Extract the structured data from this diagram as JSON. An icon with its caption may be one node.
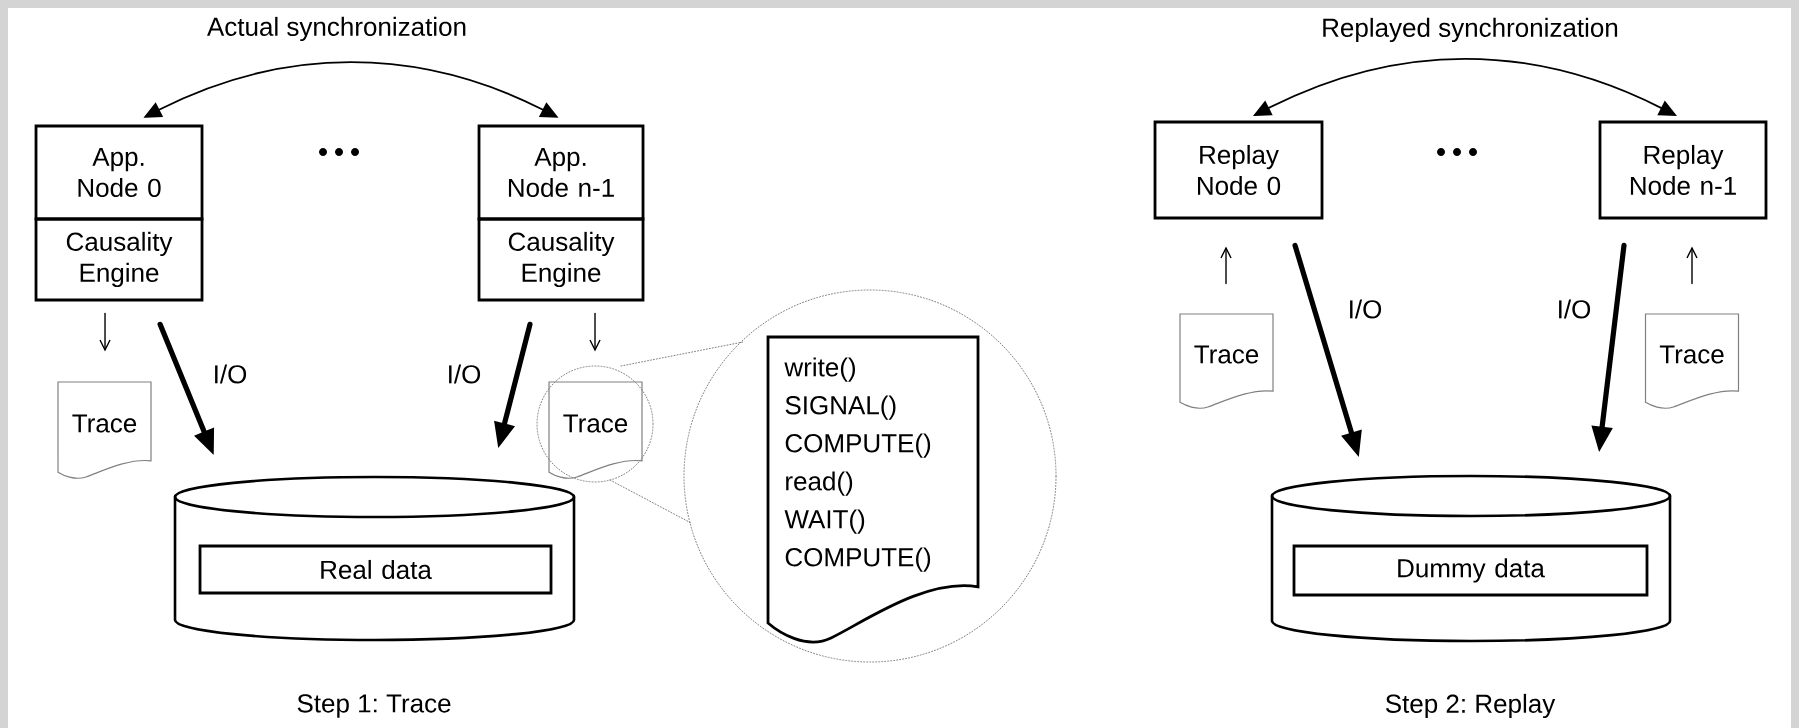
{
  "diagram": {
    "nodes": [
      {
        "text": [
          "App. Node 0"
        ]
      },
      {
        "text": [
          "Causality Engine"
        ]
      },
      {
        "text": [
          "App. Node n-1"
        ]
      },
      {
        "text": [
          "Causality Engine"
        ]
      },
      {
        "text": [
          "Trace"
        ]
      },
      {
        "text": [
          "Trace"
        ]
      },
      {
        "text": [],
        "shape": "cylinder"
      },
      {
        "text": [
          "Real data"
        ],
        "in": 6
      },
      {
        "text": [
          "write()",
          "SIGNAL()",
          "COMPUTE()",
          "read()",
          "WAIT()",
          "COMPUTE()"
        ]
      },
      {
        "text": [
          "Replay Node 0"
        ]
      },
      {
        "text": [
          "Replay Node n-1"
        ]
      },
      {
        "text": [
          "Trace"
        ]
      },
      {
        "text": [
          "Trace"
        ]
      },
      {
        "text": [],
        "shape": "cylinder"
      },
      {
        "text": [
          "Dummy data"
        ],
        "in": 13
      }
    ],
    "edges": [
      {
        "from": 0,
        "to": 2,
        "arrow": "both",
        "label": "Actual synchronization"
      },
      {
        "from": 1,
        "to": 4,
        "arrow": "to"
      },
      {
        "from": 1,
        "to": 6,
        "arrow": "to",
        "label": "I/O",
        "style": "thick"
      },
      {
        "from": 3,
        "to": 6,
        "arrow": "to",
        "label": "I/O",
        "style": "thick"
      },
      {
        "from": 3,
        "to": 5,
        "arrow": "to"
      },
      {
        "from": 9,
        "to": 10,
        "arrow": "both",
        "label": "Replayed synchronization"
      },
      {
        "from": 11,
        "to": 9,
        "arrow": "to"
      },
      {
        "from": 9,
        "to": 13,
        "arrow": "to",
        "label": "I/O",
        "style": "thick"
      },
      {
        "from": 10,
        "to": 13,
        "arrow": "to",
        "label": "I/O",
        "style": "thick"
      },
      {
        "from": 12,
        "to": 10,
        "arrow": "to"
      }
    ],
    "labels": [
      "Step 1: Trace",
      "Step 2: Replay"
    ]
  }
}
